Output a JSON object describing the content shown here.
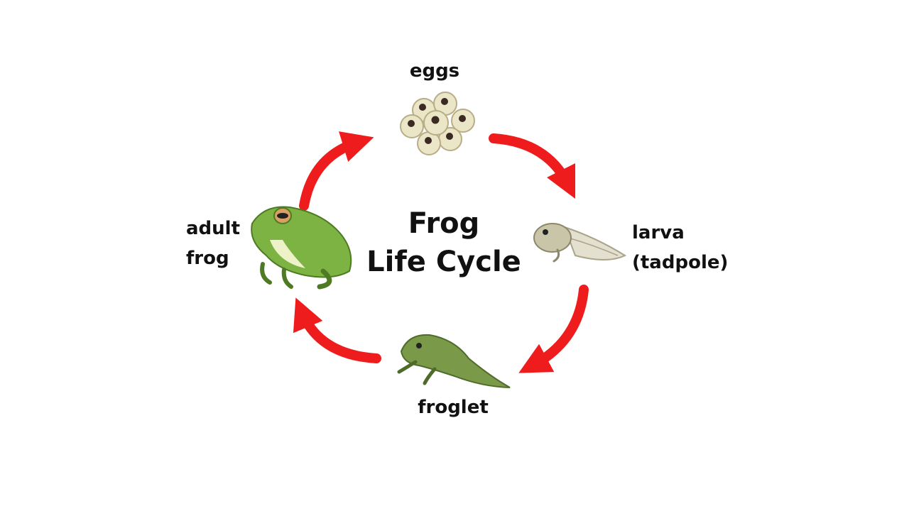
{
  "title": {
    "line1": "Frog",
    "line2": "Life Cycle"
  },
  "stages": {
    "eggs": {
      "label": "eggs"
    },
    "larva": {
      "line1": "larva",
      "line2": "(tadpole)"
    },
    "froglet": {
      "label": "froglet"
    },
    "adult": {
      "line1": "adult",
      "line2": "frog"
    }
  },
  "colors": {
    "arrow": "#ee1c1c",
    "frog_green": "#7cb342",
    "frog_belly": "#eef2c8",
    "froglet_green": "#7a9a4a",
    "tadpole": "#c9c5a8",
    "egg_shell": "#ece6c8",
    "egg_dot": "#3a2a22"
  }
}
